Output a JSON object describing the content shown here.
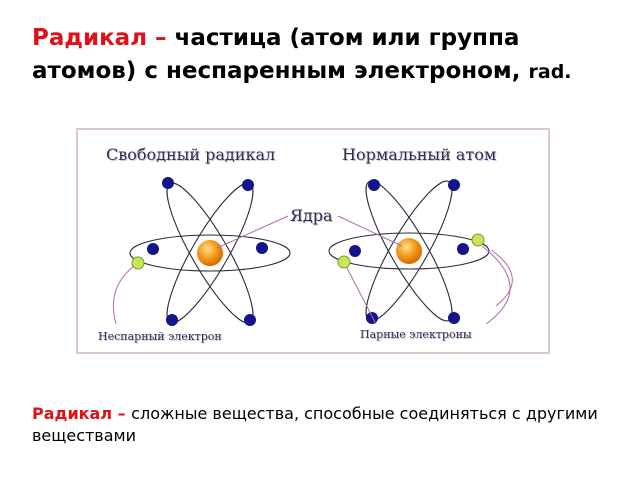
{
  "title": {
    "term": "Радикал",
    "dash": " – ",
    "text": "частица (атом или группа атомов) с неспаренным электроном,",
    "suffix": "rad."
  },
  "figure": {
    "left_label": "Свободный радикал",
    "right_label": "Нормальный атом",
    "nuclei_label": "Ядра",
    "unpaired_label": "Неспарный электрон",
    "paired_label": "Парные электроны",
    "colors": {
      "frame": "#dcc6dc",
      "orbit": "#2a2a3a",
      "nucleus": "#f39a1a",
      "electron": "#14148c",
      "highlight_electron": "#c8e65a",
      "leader": "#b06ab0"
    }
  },
  "note": {
    "term": "Радикал",
    "dash": " – ",
    "text": "сложные вещества, способные соединяться с другими веществами"
  }
}
